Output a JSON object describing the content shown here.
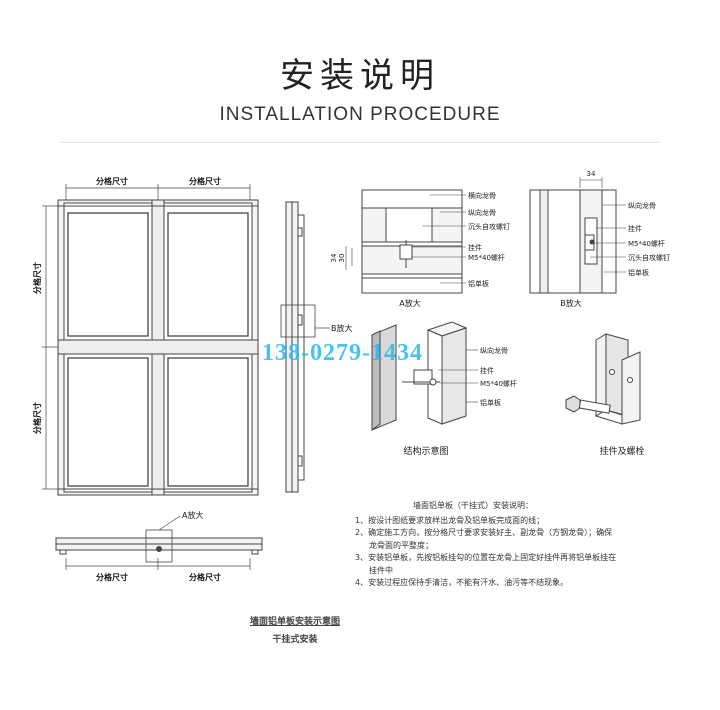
{
  "header": {
    "title": "安装说明",
    "subtitle": "INSTALLATION PROCEDURE"
  },
  "front_view": {
    "dim_top_left": "分格尺寸",
    "dim_top_right": "分格尺寸",
    "dim_left_top": "分格尺寸",
    "dim_left_bottom": "分格尺寸",
    "dim_bottom_left": "分格尺寸",
    "dim_bottom_right": "分格尺寸",
    "callout_b": "B放大",
    "callout_a": "A放大"
  },
  "detail_a": {
    "labels": [
      "横向龙骨",
      "纵向龙骨",
      "沉头自攻螺钉",
      "挂件",
      "M5*40螺杆",
      "铝单板"
    ],
    "dim_outer": "34",
    "dim_inner": "30",
    "caption": "A放大"
  },
  "detail_b": {
    "dim": "34",
    "labels": [
      "纵向龙骨",
      "挂件",
      "M5*40螺杆",
      "沉头自攻螺钉",
      "铝单板"
    ],
    "caption": "B放大"
  },
  "structure": {
    "labels": [
      "纵向龙骨",
      "挂件",
      "M5*40螺杆",
      "铝单板"
    ],
    "caption": "结构示意图"
  },
  "hardware": {
    "caption": "挂件及螺栓"
  },
  "watermark": "138-0279-1434",
  "notes": {
    "title": "墙面铝单板（干挂式）安装说明：",
    "items": [
      "1、按设计图纸要求放样出龙骨及铝单板完成面的线；",
      "2、确定施工方向，按分格尺寸要求安装好主、副龙骨（方钢龙骨）；确保",
      "龙骨面的平整度；",
      "3、安装铝单板，先按铝板挂勾的位置在龙骨上固定好挂件再将铝单板挂在",
      "挂件中",
      "4、安装过程应保持手清洁，不能有汗水、油污等不结现象。"
    ]
  },
  "bottom_caption": {
    "title": "墙面铝单板安装示意图",
    "sub": "干挂式安装"
  }
}
